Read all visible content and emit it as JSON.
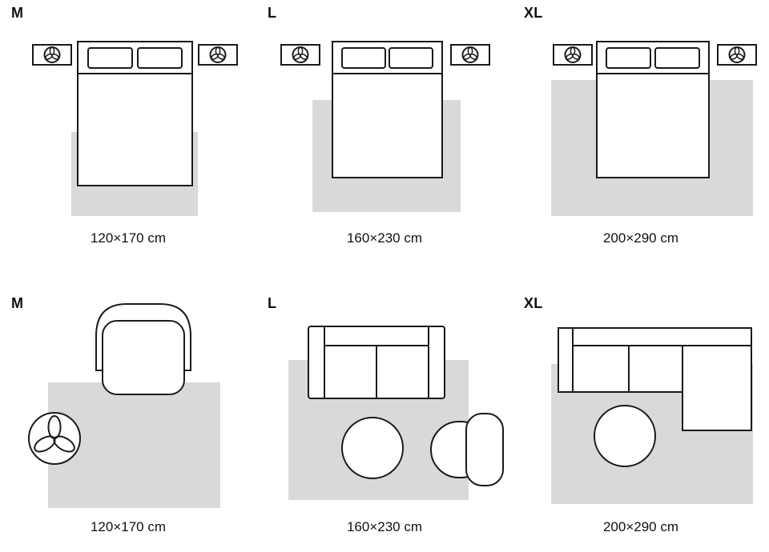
{
  "colors": {
    "rug": "#d9d9d9",
    "outline": "#1a1a1a",
    "text": "#111111",
    "background": "#ffffff"
  },
  "icons": {
    "nightstand_decor": "plant-icon",
    "floor_decor": "plant-icon"
  },
  "rows": [
    {
      "scene": "bedroom",
      "panels": [
        {
          "size_label": "M",
          "dimensions": "120×170 cm"
        },
        {
          "size_label": "L",
          "dimensions": "160×230 cm"
        },
        {
          "size_label": "XL",
          "dimensions": "200×290 cm"
        }
      ]
    },
    {
      "scene": "living-room",
      "panels": [
        {
          "size_label": "M",
          "dimensions": "120×170 cm"
        },
        {
          "size_label": "L",
          "dimensions": "160×230 cm"
        },
        {
          "size_label": "XL",
          "dimensions": "200×290 cm"
        }
      ]
    }
  ]
}
